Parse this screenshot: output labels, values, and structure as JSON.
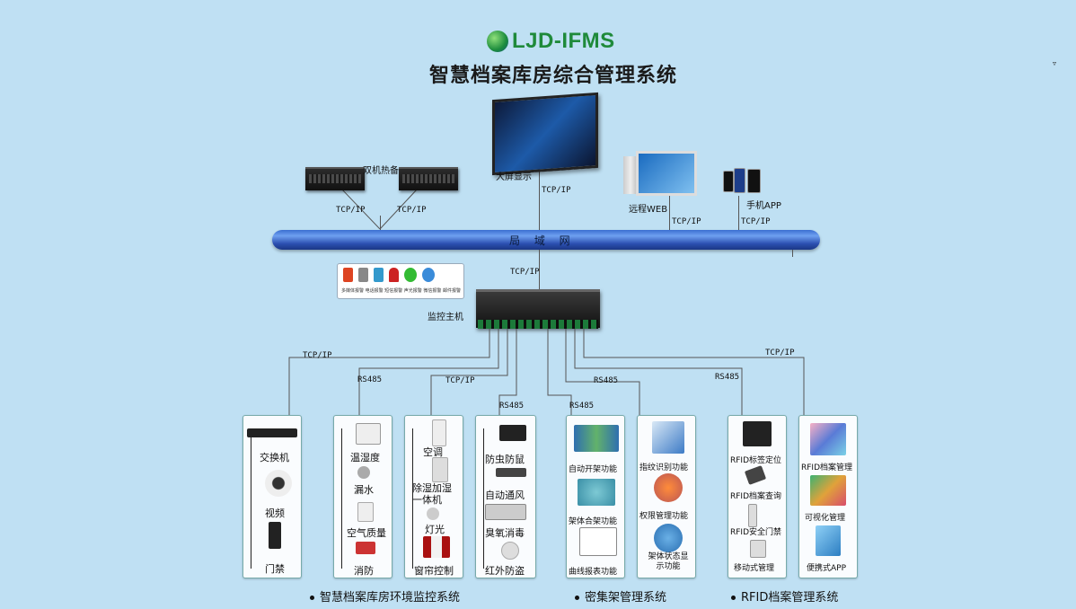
{
  "header": {
    "logo_text": "LJD-IFMS",
    "title": "智慧档案库房综合管理系统"
  },
  "network": {
    "lan_label": "局 域 网",
    "protocols": {
      "tcpip": "TCP/IP",
      "rs485": "RS485"
    }
  },
  "nodes": {
    "dual_hot_standby": "双机热备",
    "big_screen": "大屏显示",
    "remote_web": "远程WEB",
    "mobile_app": "手机APP",
    "monitor_host": "监控主机",
    "alarm_caption": "多媒体报警  电话报警  短信报警  声光报警  微信报警  邮件报警"
  },
  "panels": {
    "switch": [
      "交换机",
      "视频",
      "门禁"
    ],
    "env": [
      "温湿度",
      "漏水",
      "空气质量",
      "消防"
    ],
    "climate": [
      "空调",
      "除湿加湿一体机",
      "灯光",
      "窗帘控制"
    ],
    "security": [
      "防虫防鼠",
      "自动通风",
      "臭氧消毒",
      "红外防盗"
    ],
    "shelf": [
      "自动开架功能",
      "架体合架功能",
      "曲线报表功能"
    ],
    "access": [
      "指纹识别功能",
      "权限管理功能",
      "架体状态显示功能"
    ],
    "rfid": [
      "RFID标签定位",
      "RFID档案查询",
      "RFID安全门禁",
      "移动式管理"
    ],
    "app": [
      "RFID档案管理",
      "可视化管理",
      "便携式APP"
    ]
  },
  "footer": {
    "sys1": "智慧档案库房环境监控系统",
    "sys2": "密集架管理系统",
    "sys3": "RFID档案管理系统"
  }
}
